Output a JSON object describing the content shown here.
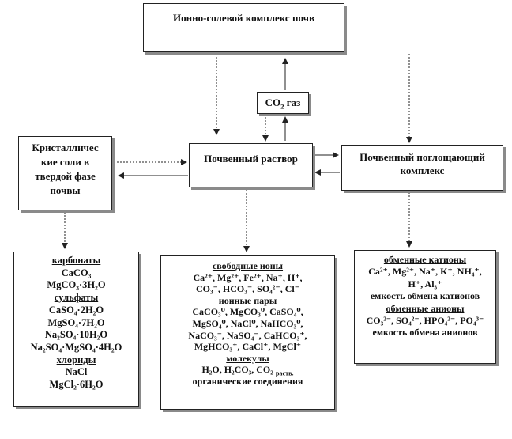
{
  "nodes": {
    "ion_salt_complex": "Ионно-солевой комплекс почв",
    "co2_gas": {
      "pre": "CO",
      "sub": "2",
      "post": " газ"
    },
    "soil_solution": "Почвенный раствор",
    "absorbing_complex": "Почвенный поглощающий комплекс",
    "crystalline_salts": [
      "Кристалличес",
      "кие соли в",
      "твердой фазе",
      "почвы"
    ]
  },
  "salts_box": {
    "carbonates_heading": "карбонаты",
    "sulfates_heading": "сульфаты",
    "chlorides_heading": "хлориды",
    "carbonates": [
      "CaCO₃",
      "MgCO₃·3H₂O"
    ],
    "sulfates": [
      "CaSO₄·2H₂O",
      "MgSO₄·7H₂O",
      "Na₂SO₄·10H₂O",
      "Na₂SO₄·MgSO₄·4H₂O"
    ],
    "chlorides": [
      "NaCl",
      "MgCl₂·6H₂O"
    ]
  },
  "solution_box": {
    "free_ions_heading": "свободные ионы",
    "ion_pairs_heading": "ионные пары",
    "molecules_heading": "молекулы",
    "organic": "органические соединения",
    "free_ions": [
      "Ca²⁺, Mg²⁺, Fe²⁺, Na⁺, H⁺,",
      "CO₃⁻, HCO₃⁻, SO₄²⁻, Cl⁻"
    ],
    "ion_pairs": [
      "CaCO₃⁰, MgCO₃⁰, CaSO₄⁰,",
      "MgSO₄⁰, NaCl⁰, NaHCO₃⁰,",
      "NaCO₃⁻, NaSO₄⁻, CaHCO₃⁺,",
      "MgHCO₃⁺, CaCl⁺, MgCl⁺"
    ],
    "molecules": {
      "text": "H₂O, H₂CO₃, CO₂",
      "sub": "раств."
    }
  },
  "exchange_box": {
    "cations_heading": "обменные катионы",
    "cations": [
      "Ca²⁺, Mg²⁺, Na⁺, K⁺, NH₄⁺,",
      "H⁺, Al₃⁺"
    ],
    "cation_capacity": "емкость обмена катионов",
    "anions_heading": "обменные анионы",
    "anions": [
      "CO₃²⁻, SO₄²⁻, HPO₄²⁻, PO₄³⁻"
    ],
    "anion_capacity": "емкость обмена анионов"
  }
}
